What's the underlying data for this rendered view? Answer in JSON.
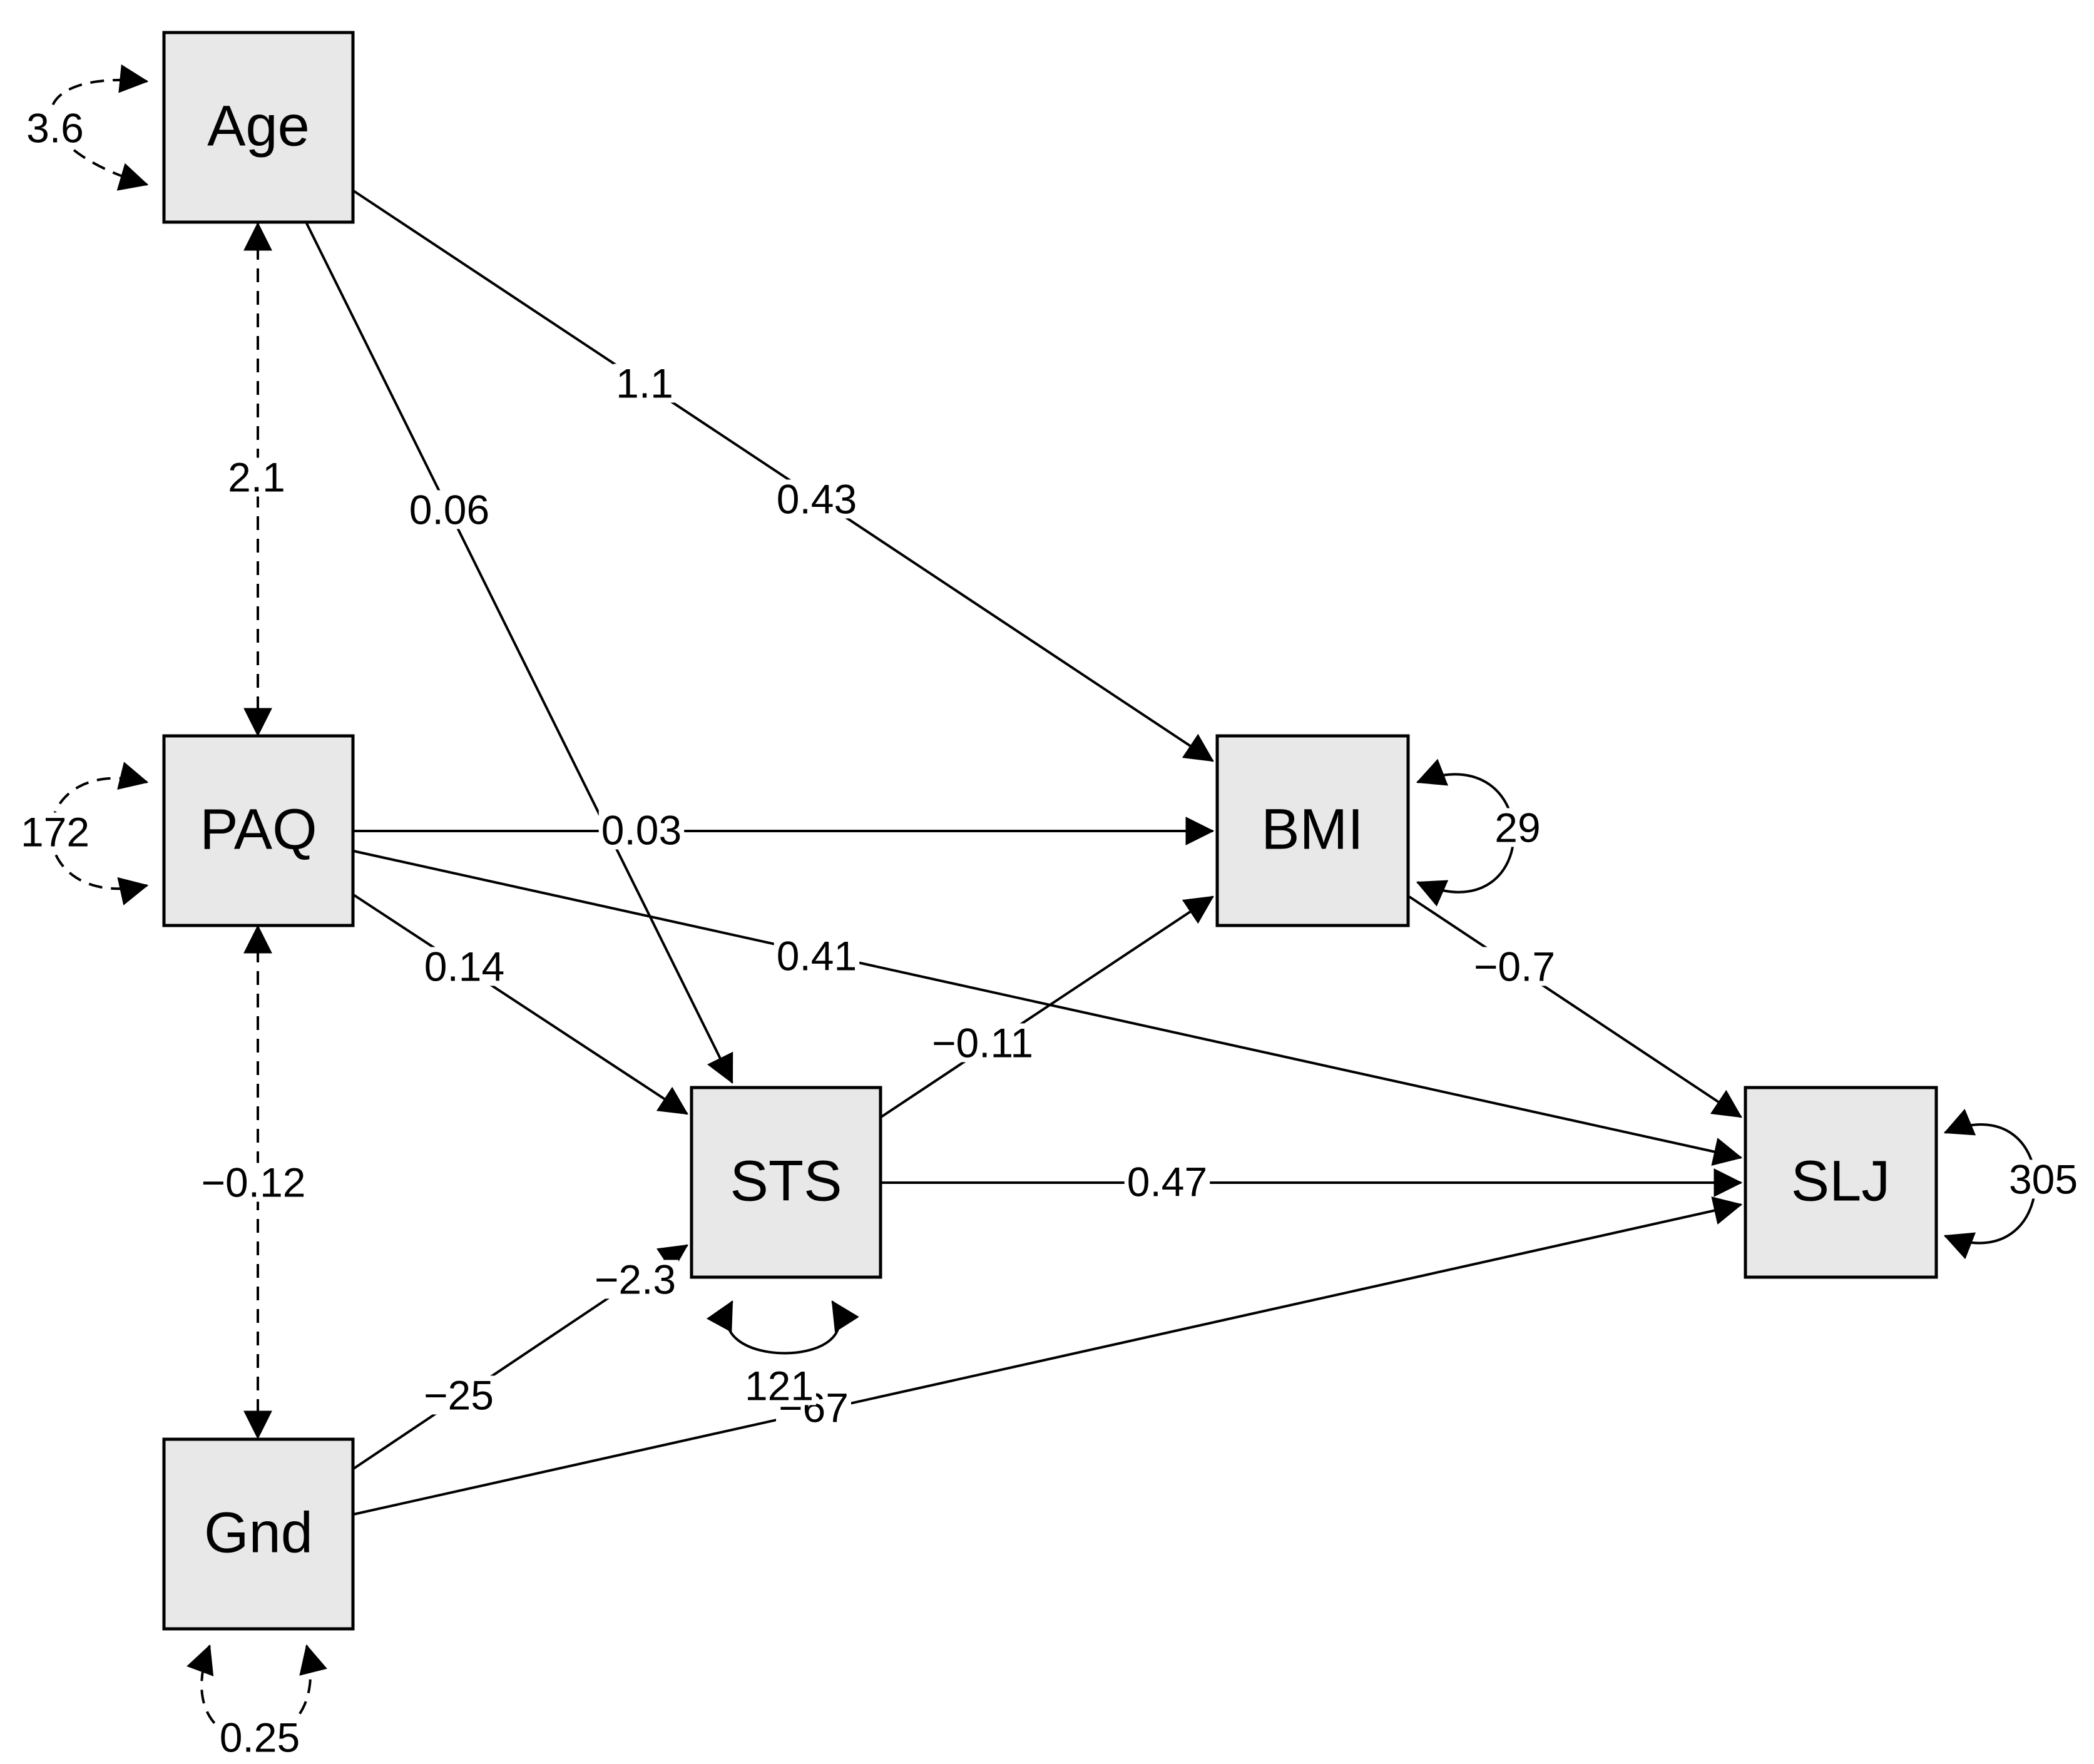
{
  "nodes": [
    {
      "id": "age",
      "label": "Age"
    },
    {
      "id": "paq",
      "label": "PAQ"
    },
    {
      "id": "gnd",
      "label": "Gnd"
    },
    {
      "id": "sts",
      "label": "STS"
    },
    {
      "id": "bmi",
      "label": "BMI"
    },
    {
      "id": "slj",
      "label": "SLJ"
    }
  ],
  "paths": [
    {
      "from": "age",
      "to": "bmi",
      "coef_1": "1.1",
      "coef_2": "0.43"
    },
    {
      "from": "age",
      "to": "sts",
      "coef": "0.06"
    },
    {
      "from": "paq",
      "to": "bmi",
      "coef": "0.03"
    },
    {
      "from": "paq",
      "to": "slj",
      "coef": "0.41"
    },
    {
      "from": "paq",
      "to": "sts",
      "coef": "0.14"
    },
    {
      "from": "sts",
      "to": "bmi",
      "coef": "−0.11"
    },
    {
      "from": "sts",
      "to": "slj",
      "coef": "0.47"
    },
    {
      "from": "bmi",
      "to": "slj",
      "coef": "−0.7"
    },
    {
      "from": "gnd",
      "to": "sts",
      "coef_1": "−25",
      "coef_2": "−2.3"
    },
    {
      "from": "gnd",
      "to": "slj",
      "coef": "−67"
    }
  ],
  "covariances": [
    {
      "between": [
        "age",
        "paq"
      ],
      "value": "2.1"
    },
    {
      "between": [
        "paq",
        "gnd"
      ],
      "value": "−0.12"
    }
  ],
  "variances": [
    {
      "node": "age",
      "value": "3.6"
    },
    {
      "node": "paq",
      "value": "172"
    },
    {
      "node": "gnd",
      "value": "0.25"
    },
    {
      "node": "sts",
      "value": "121"
    },
    {
      "node": "bmi",
      "value": "29"
    },
    {
      "node": "slj",
      "value": "305"
    }
  ]
}
